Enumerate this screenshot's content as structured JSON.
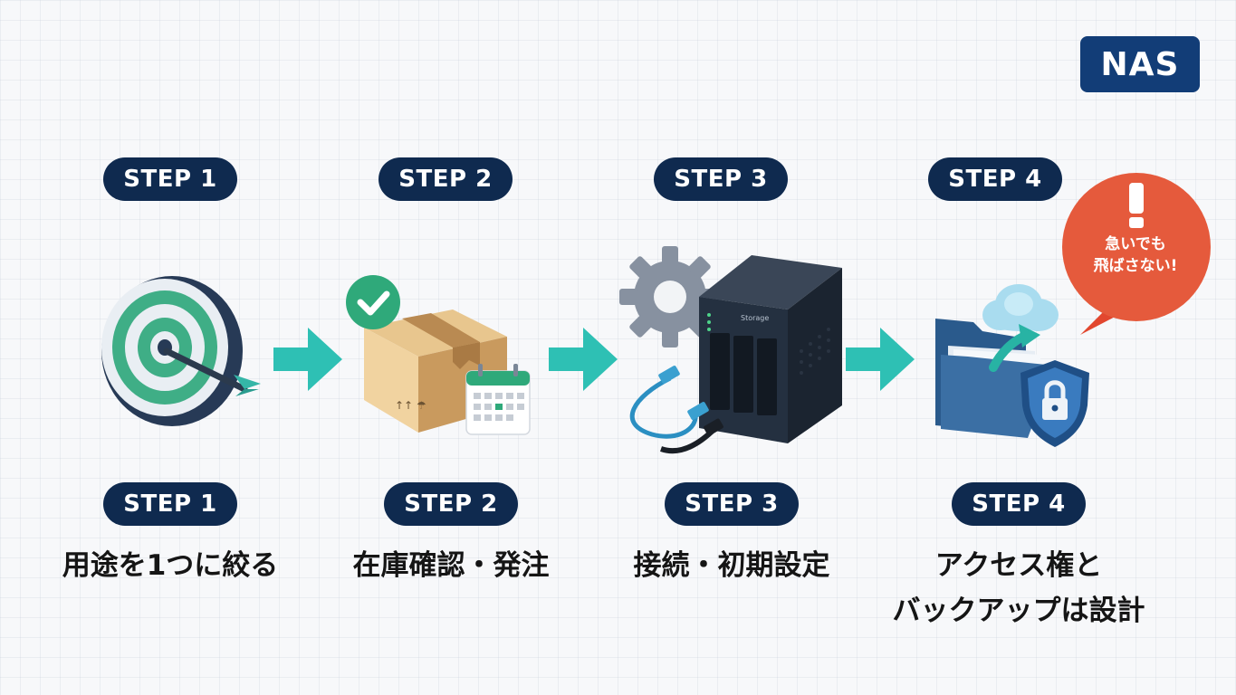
{
  "badge": {
    "label": "NAS"
  },
  "steps": [
    {
      "top_label": "STEP 1",
      "bottom_label": "STEP 1",
      "caption": "用途を1つに絞る",
      "icon": "target-icon"
    },
    {
      "top_label": "STEP 2",
      "bottom_label": "STEP 2",
      "caption": "在庫確認・発注",
      "icon": "package-icon"
    },
    {
      "top_label": "STEP 3",
      "bottom_label": "STEP 3",
      "caption": "接続・初期設定",
      "icon": "nas-device-icon"
    },
    {
      "top_label": "STEP 4",
      "bottom_label": "STEP 4",
      "caption_line1": "アクセス権と",
      "caption_line2": "バックアップは設計",
      "icon": "cloud-backup-icon"
    }
  ],
  "warning": {
    "line1": "急いでも",
    "line2": "飛ばさない!",
    "icon": "exclamation-icon"
  },
  "colors": {
    "pill": "#0f2a4f",
    "badge": "#123d77",
    "arrow": "#2ec0b4",
    "warning": "#e5543a",
    "check": "#2fa97a"
  }
}
